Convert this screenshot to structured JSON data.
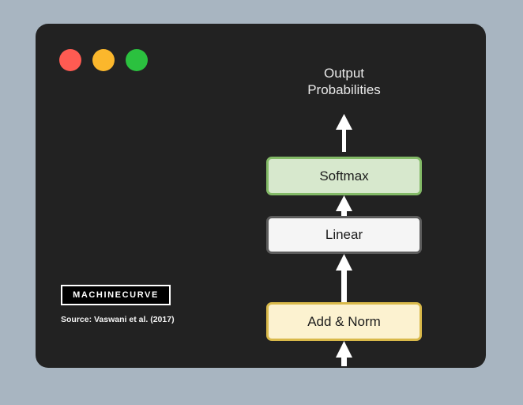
{
  "canvas": {
    "background_color": "#a8b5c1",
    "card_background_color": "#222222"
  },
  "window": {
    "controls": [
      {
        "name": "close",
        "color": "#ff5b52"
      },
      {
        "name": "minimize",
        "color": "#fbb72c"
      },
      {
        "name": "maximize",
        "color": "#2bc13f"
      }
    ]
  },
  "diagram": {
    "title": "Output\nProbabilities",
    "nodes": [
      {
        "id": "softmax",
        "label": "Softmax",
        "fill": "#d7e8cd",
        "border": "#83ba67"
      },
      {
        "id": "linear",
        "label": "Linear",
        "fill": "#f5f5f5",
        "border": "#5c5c5c"
      },
      {
        "id": "addnorm",
        "label": "Add & Norm",
        "fill": "#fcf2d0",
        "border": "#d9b94a"
      }
    ],
    "arrows": [
      {
        "id": "softmax-to-output",
        "from": "softmax",
        "to": "output-probabilities",
        "direction": "up"
      },
      {
        "id": "linear-to-softmax",
        "from": "linear",
        "to": "softmax",
        "direction": "up"
      },
      {
        "id": "addnorm-to-linear",
        "from": "addnorm",
        "to": "linear",
        "direction": "up"
      },
      {
        "id": "input-to-addnorm",
        "from": "input",
        "to": "addnorm",
        "direction": "up"
      }
    ],
    "arrow_color": "#ffffff"
  },
  "branding": {
    "logo_text": "MACHINECURVE",
    "source_text": "Source: Vaswani et al. (2017)"
  }
}
